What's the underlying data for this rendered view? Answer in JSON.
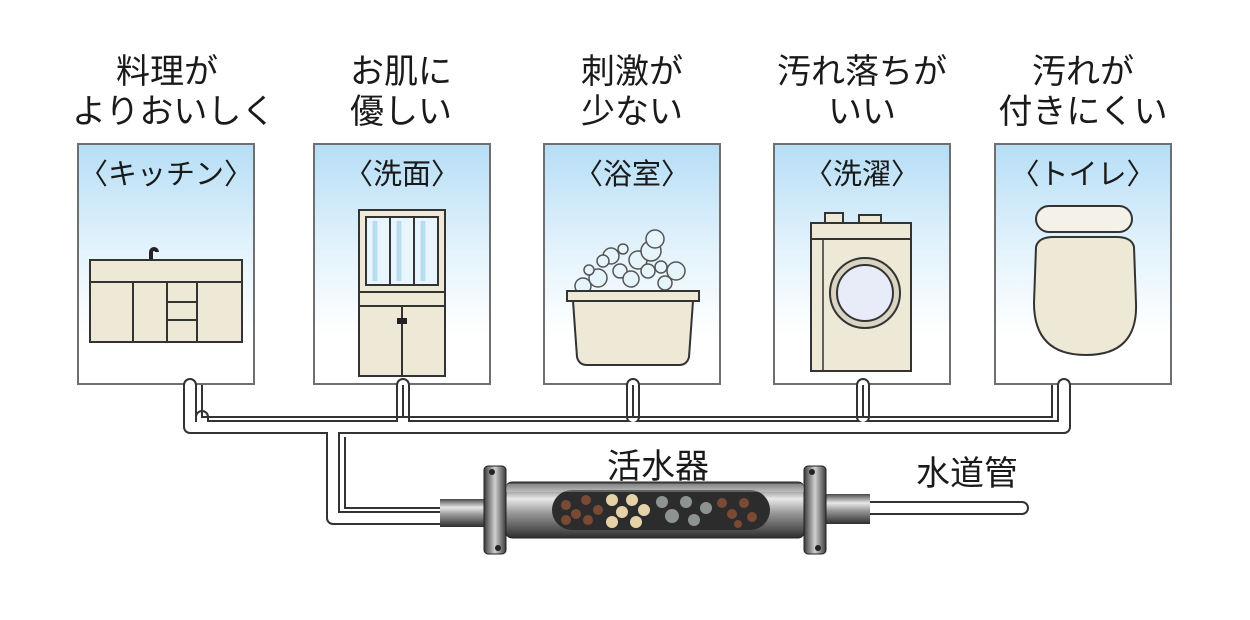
{
  "rooms": [
    {
      "id": "kitchen",
      "benefit_line1": "料理が",
      "benefit_line2": "よりおいしく",
      "label": "キッチン",
      "icon": "kitchen-sink-icon"
    },
    {
      "id": "washroom",
      "benefit_line1": "お肌に",
      "benefit_line2": "優しい",
      "label": "洗面",
      "icon": "vanity-cabinet-icon"
    },
    {
      "id": "bathroom",
      "benefit_line1": "刺激が",
      "benefit_line2": "少ない",
      "label": "浴室",
      "icon": "bathtub-bubbles-icon"
    },
    {
      "id": "laundry",
      "benefit_line1": "汚れ落ちが",
      "benefit_line2": "いい",
      "label": "洗濯",
      "icon": "washing-machine-icon"
    },
    {
      "id": "toilet",
      "benefit_line1": "汚れが",
      "benefit_line2": "付きにくい",
      "label": "トイレ",
      "icon": "toilet-icon"
    }
  ],
  "label_open": "〈",
  "label_close": "〉",
  "device": {
    "label": "活水器",
    "icon": "water-activator-cylinder-icon"
  },
  "main_pipe": {
    "label": "水道管"
  },
  "colors": {
    "box_gradient_top": "#b6def6",
    "fixture_fill": "#ede9d6",
    "pipe_stroke": "#333333"
  }
}
